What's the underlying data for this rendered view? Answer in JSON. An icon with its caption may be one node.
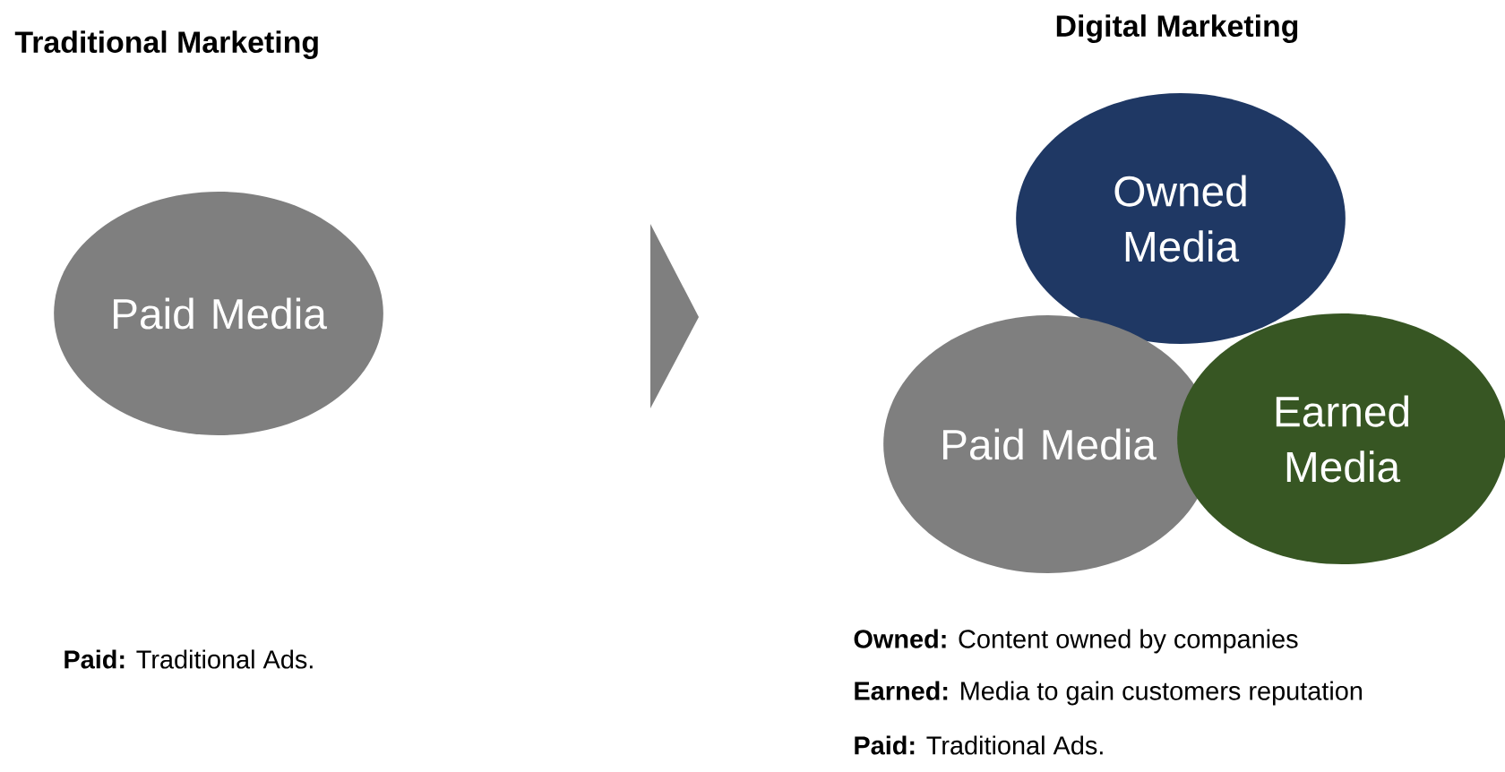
{
  "diagram": {
    "nodes": [
      {
        "text": [
          "Paid Media"
        ]
      },
      {
        "text": [
          "Owned Media"
        ]
      },
      {
        "text": [
          "Paid Media"
        ]
      },
      {
        "text": [
          "Earned Media"
        ]
      }
    ],
    "labels": [
      "Traditional Marketing",
      "Digital Marketing",
      "**Paid:** Traditional Ads.",
      "**Owned:** Content owned by companies",
      "**Earned:** Media to gain customers reputation",
      "**Paid:** Traditional Ads."
    ]
  }
}
